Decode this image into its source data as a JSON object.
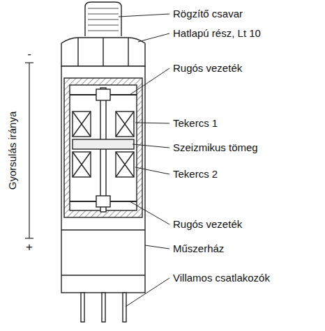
{
  "diagram": {
    "labels": [
      "Rögzítő csavar",
      "Hatlapú rész, Lt 10",
      "Rugós vezeték",
      "Tekercs 1",
      "Szeizmikus tömeg",
      "Tekercs 2",
      "Rugós vezeték",
      "Műszerház",
      "Villamos csatlakozók",
      "-",
      "Gyorsulás iránya",
      "+"
    ]
  }
}
